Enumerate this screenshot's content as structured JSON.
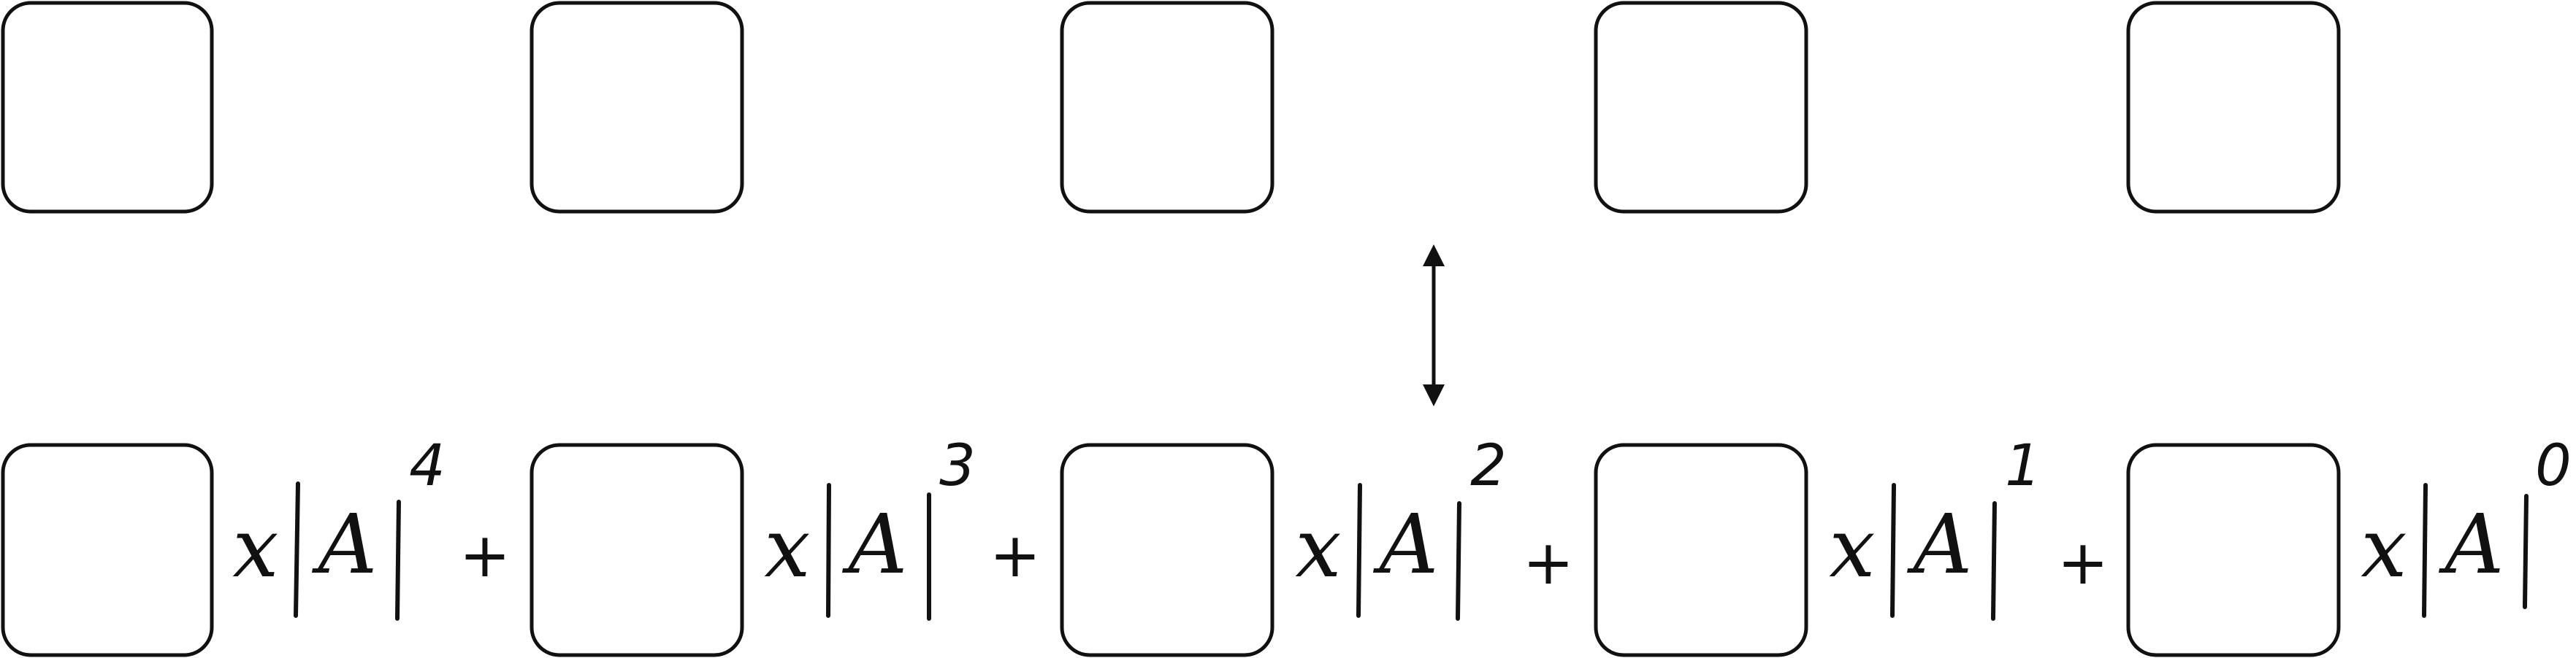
{
  "colors": {
    "ink": "#111111",
    "background": "#ffffff"
  },
  "top_row": {
    "boxes": [
      "",
      "",
      "",
      "",
      ""
    ]
  },
  "bottom_row": {
    "terms": [
      {
        "coef": "",
        "times": "x",
        "base": "A",
        "exponent": "4"
      },
      {
        "coef": "",
        "times": "x",
        "base": "A",
        "exponent": "3"
      },
      {
        "coef": "",
        "times": "x",
        "base": "A",
        "exponent": "2"
      },
      {
        "coef": "",
        "times": "x",
        "base": "A",
        "exponent": "1"
      },
      {
        "coef": "",
        "times": "x",
        "base": "A",
        "exponent": "0"
      }
    ],
    "operators": [
      "+",
      "+",
      "+",
      "+"
    ]
  },
  "arrow": {
    "icon": "double-vertical-arrow-icon"
  }
}
